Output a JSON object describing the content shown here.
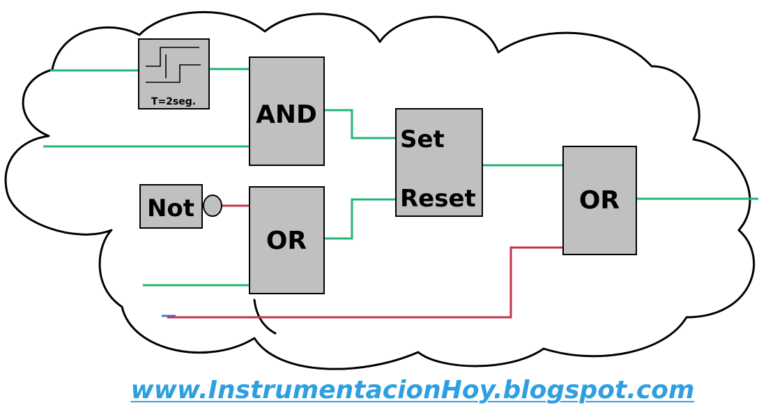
{
  "blocks": {
    "timer": {
      "label": "T=2seg.",
      "icon": "step-delay-icon"
    },
    "and_gate": {
      "label": "AND"
    },
    "not_gate": {
      "label": "Not"
    },
    "or_gate_1": {
      "label": "OR"
    },
    "set_reset": {
      "set_label": "Set",
      "reset_label": "Reset"
    },
    "or_gate_2": {
      "label": "OR"
    }
  },
  "footer": {
    "url": "www.InstrumentacionHoy.blogspot.com"
  },
  "colors": {
    "block_fill": "#c0c0c0",
    "signal_wire": "#22b573",
    "inverted_wire": "#c0334d",
    "outline": "#000000",
    "background": "#ffffff",
    "link": "#2e9fe0"
  }
}
